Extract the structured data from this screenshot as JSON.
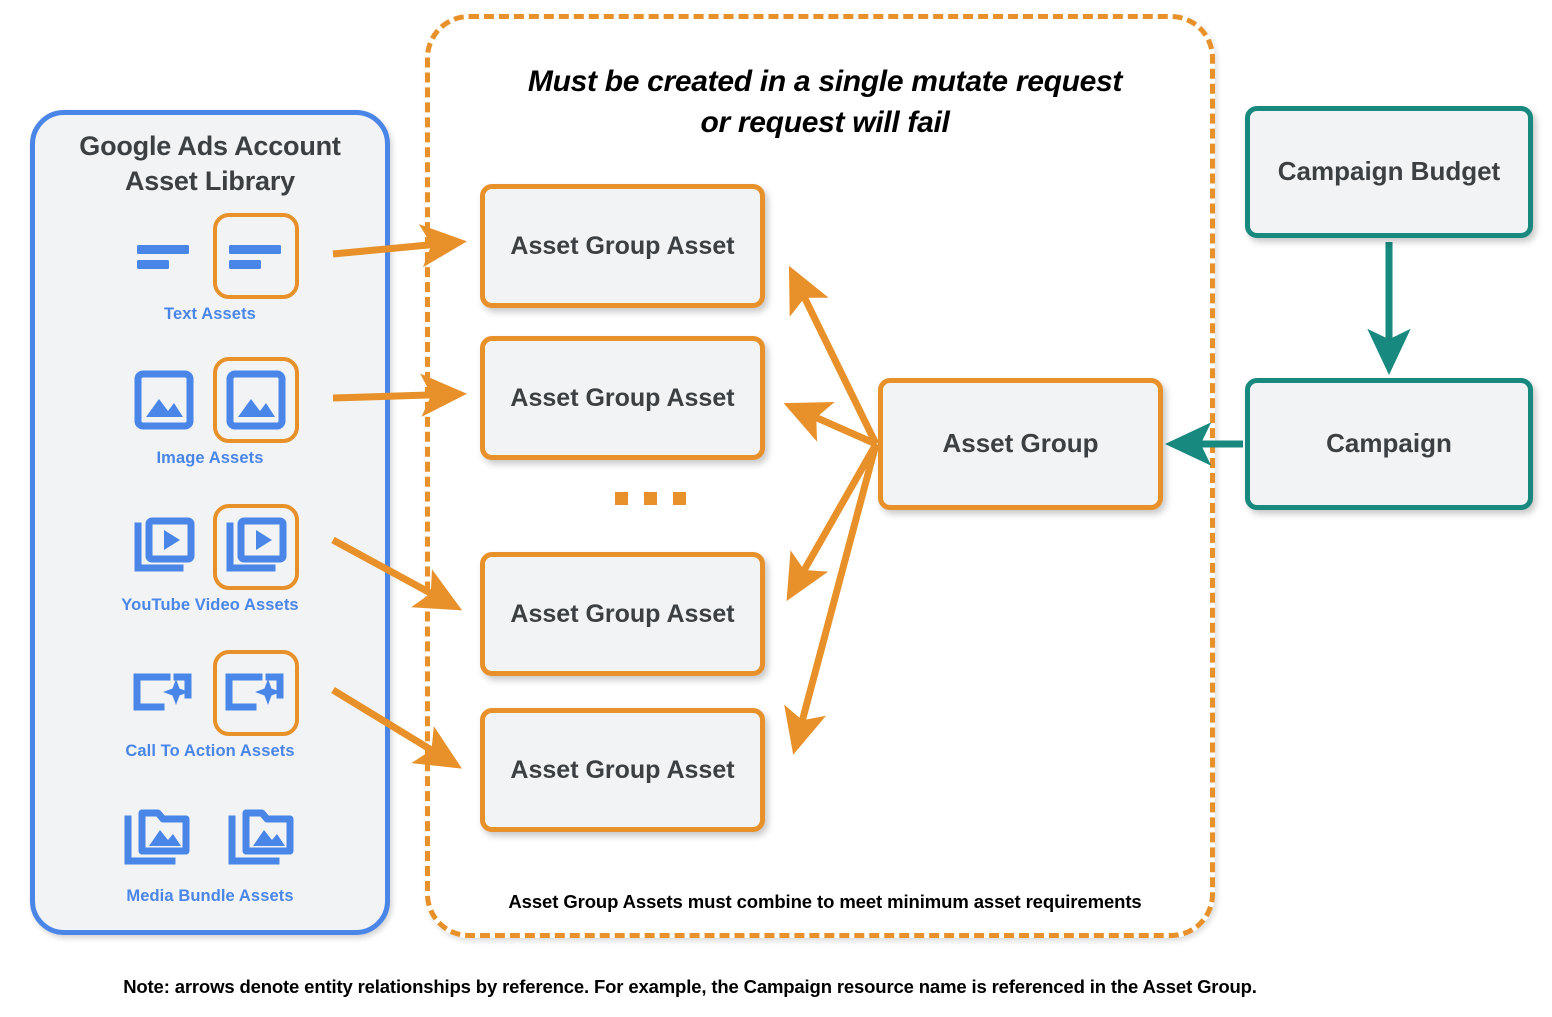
{
  "library": {
    "title_line1": "Google Ads Account",
    "title_line2": "Asset Library",
    "border_color": "#4a86e8",
    "label_color": "#4a86e8",
    "items": [
      {
        "caption": "Text Assets",
        "icon": "text-lines-icon",
        "highlighted": true
      },
      {
        "caption": "Image Assets",
        "icon": "image-icon",
        "highlighted": true
      },
      {
        "caption": "YouTube Video  Assets",
        "icon": "video-stack-icon",
        "highlighted": true
      },
      {
        "caption": "Call To Action Assets",
        "icon": "call-to-action-icon",
        "highlighted": true
      },
      {
        "caption": "Media Bundle  Assets",
        "icon": "media-bundle-icon",
        "highlighted": false
      }
    ]
  },
  "mutate_region": {
    "heading_line1": "Must be created in a single mutate request",
    "heading_line2": "or request will fail",
    "footnote": "Asset Group Assets must combine to meet minimum asset requirements",
    "border_color": "#e8912a",
    "border_style": "dashed"
  },
  "nodes": {
    "asset_group_assets": [
      {
        "label": "Asset Group Asset"
      },
      {
        "label": "Asset Group Asset"
      },
      {
        "label": "Asset Group Asset"
      },
      {
        "label": "Asset Group Asset"
      }
    ],
    "ellipsis": "...",
    "asset_group": {
      "label": "Asset Group",
      "accent": "#e8912a"
    },
    "campaign_budget": {
      "label": "Campaign Budget",
      "accent": "#17897f"
    },
    "campaign": {
      "label": "Campaign",
      "accent": "#17897f"
    }
  },
  "note": "Note: arrows denote entity relationships by reference. For example, the Campaign resource name is referenced in the Asset Group.",
  "colors": {
    "orange": "#e8912a",
    "teal": "#17897f",
    "blue": "#4a86e8",
    "node_fill": "#f1f3f4",
    "text": "#3c4043"
  }
}
